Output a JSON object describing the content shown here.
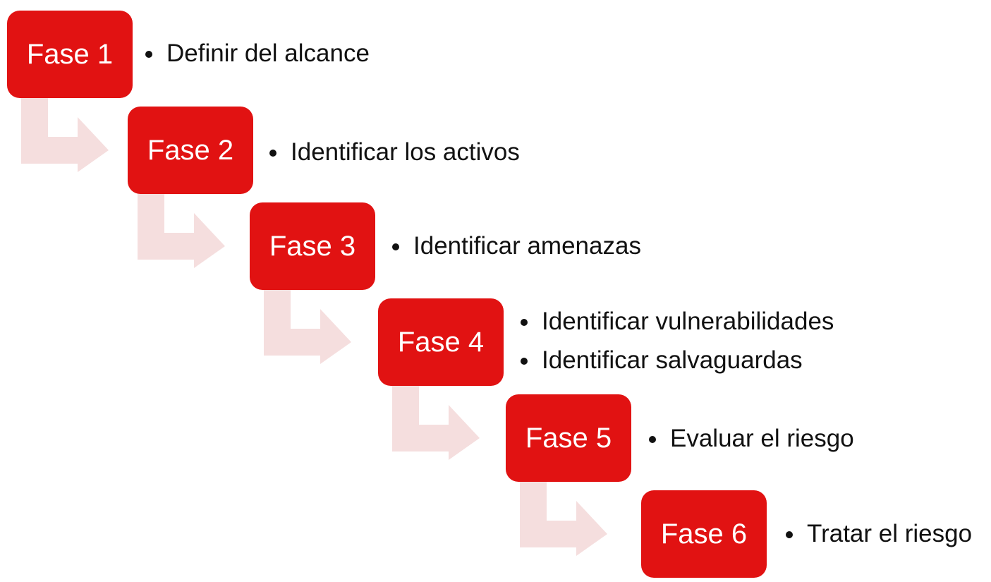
{
  "colors": {
    "phase_fill": "#e11212",
    "phase_text": "#ffffff",
    "arrow_fill": "#f5dede",
    "bullet_text": "#111111"
  },
  "phases": [
    {
      "label": "Fase 1",
      "items": [
        "Definir del alcance"
      ]
    },
    {
      "label": "Fase 2",
      "items": [
        "Identificar los activos"
      ]
    },
    {
      "label": "Fase 3",
      "items": [
        "Identificar amenazas"
      ]
    },
    {
      "label": "Fase 4",
      "items": [
        "Identificar vulnerabilidades",
        "Identificar salvaguardas"
      ]
    },
    {
      "label": "Fase 5",
      "items": [
        "Evaluar el riesgo"
      ]
    },
    {
      "label": "Fase 6",
      "items": [
        "Tratar el riesgo"
      ]
    }
  ]
}
